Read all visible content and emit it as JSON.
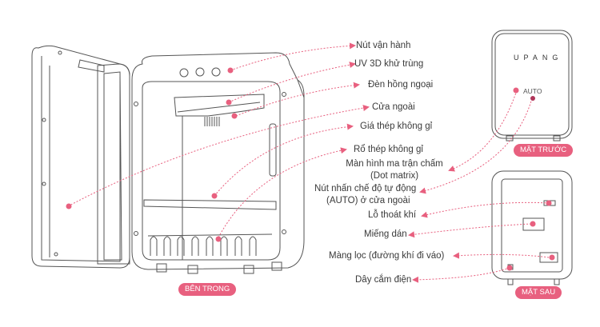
{
  "colors": {
    "accent": "#e8607f",
    "line": "#555555",
    "text": "#3a3a3a"
  },
  "labels": {
    "nut_van_hanh": "Nút vận hành",
    "uv_3d": "UV 3D khử trùng",
    "den_hong_ngoai": "Đèn hồng ngoại",
    "cua_ngoai": "Cửa ngoài",
    "gia_thep": "Giá thép không gỉ",
    "ro_thep": "Rổ thép không gỉ",
    "man_hinh_1": "Màn hình ma trận chấm",
    "man_hinh_2": "(Dot matrix)",
    "nut_auto_1": "Nút nhấn chế độ tự động",
    "nut_auto_2": "(AUTO) ở cửa ngoài",
    "lo_thoat_khi": "Lỗ thoát khí",
    "mieng_dan": "Miếng dán",
    "mang_loc": "Màng lọc (đường khí đi váo)",
    "day_cam_dien": "Dây cắm điện"
  },
  "badges": {
    "ben_trong": "BÊN TRONG",
    "mat_truoc": "MẶT TRƯỚC",
    "mat_sau": "MẶT SAU"
  },
  "device": {
    "brand": "UPANG",
    "auto_label": "AUTO"
  }
}
